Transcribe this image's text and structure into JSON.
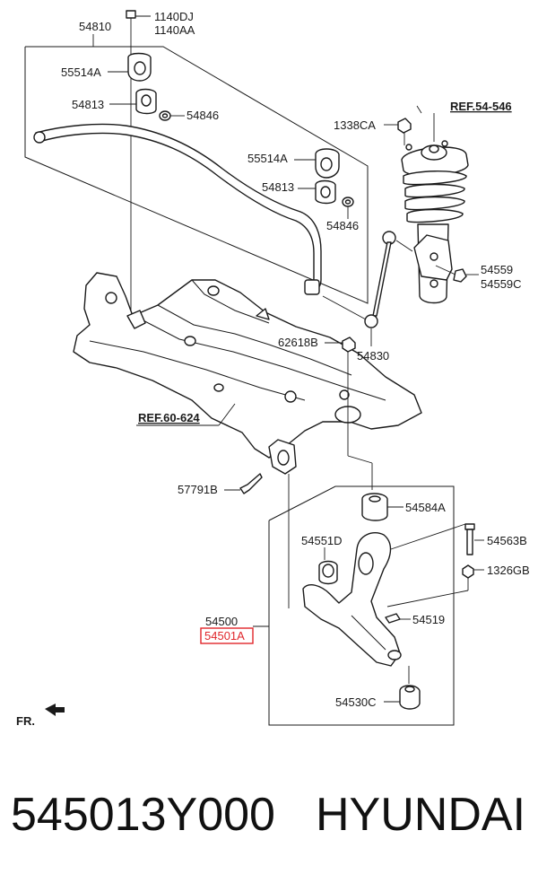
{
  "labels": {
    "p1140dj": "1140DJ",
    "p1140aa": "1140AA",
    "p54810": "54810",
    "p55514a_1": "55514A",
    "p54813_1": "54813",
    "p54846_1": "54846",
    "p55514a_2": "55514A",
    "p54813_2": "54813",
    "p54846_2": "54846",
    "p1338ca": "1338CA",
    "ref_strut": "REF.54-546",
    "p54559": "54559",
    "p54559c": "54559C",
    "p62618b": "62618B",
    "p54830": "54830",
    "ref_subframe": "REF.60-624",
    "p57791b": "57791B",
    "p54584a": "54584A",
    "p54551d": "54551D",
    "p54563b": "54563B",
    "p1326gb": "1326GB",
    "p54500": "54500",
    "p54501a": "54501A",
    "p54519": "54519",
    "p54530c": "54530C",
    "fr": "FR."
  },
  "highlight_color": "#e0262b",
  "caption": {
    "part_number": "545013Y000",
    "brand": "HYUNDAI"
  },
  "icons": {
    "front_arrow": "arrow-left-icon"
  }
}
